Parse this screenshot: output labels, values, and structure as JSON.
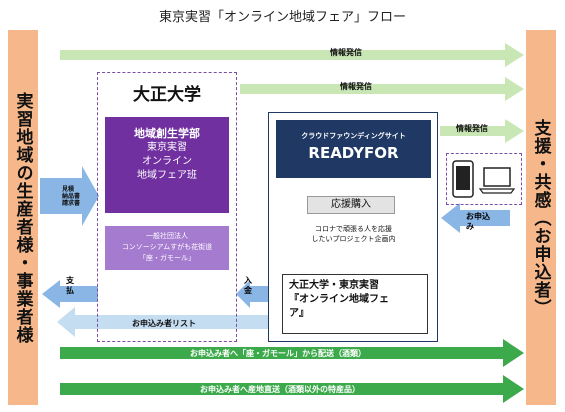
{
  "title": "東京実習「オンライン地域フェア」フロー",
  "left_sidebar": {
    "label": "実習地域の生産者様・事業者様"
  },
  "right_sidebar": {
    "label": "支援・共感（お申込者）"
  },
  "university": {
    "name": "大正大学",
    "dept_lines": [
      "地域創生学部",
      "東京実習",
      "オンライン",
      "地域フェア班"
    ],
    "consortium_lines": [
      "一般社団法人",
      "コンソーシアムすがも花街道",
      "「座・ガモール」"
    ]
  },
  "readyfor": {
    "subtitle": "クラウドファウンディングサイト",
    "name": "READYFOR",
    "support_button": "応援購入",
    "desc_lines": [
      "コロナで頑張る人を応援",
      "したいプロジェクト企画内"
    ],
    "project_lines": [
      "大正大学・東京実習",
      "『オンライン地域フェ",
      "ア』"
    ]
  },
  "arrows": {
    "info1": "情報発信",
    "info2": "情報発信",
    "info3": "情報発信",
    "estimate_lines": [
      "見積",
      "納品書",
      "請求書"
    ],
    "payment": "支払",
    "deposit": "入金",
    "apply": "お申込み",
    "applicant_list": "お申込み者リスト",
    "delivery_alcohol": "お申込み者へ「座・ガモール」から配送（酒類）",
    "delivery_other": "お申込み者へ産地直送（酒類以外の特産品）"
  },
  "colors": {
    "sidebar": "#f6b88a",
    "green_arrow": "#3caa4b",
    "light_green": "#c9e7b4",
    "blue_arrow": "#8ab6e6",
    "purple": "#7030a0",
    "navy": "#1f3864"
  }
}
